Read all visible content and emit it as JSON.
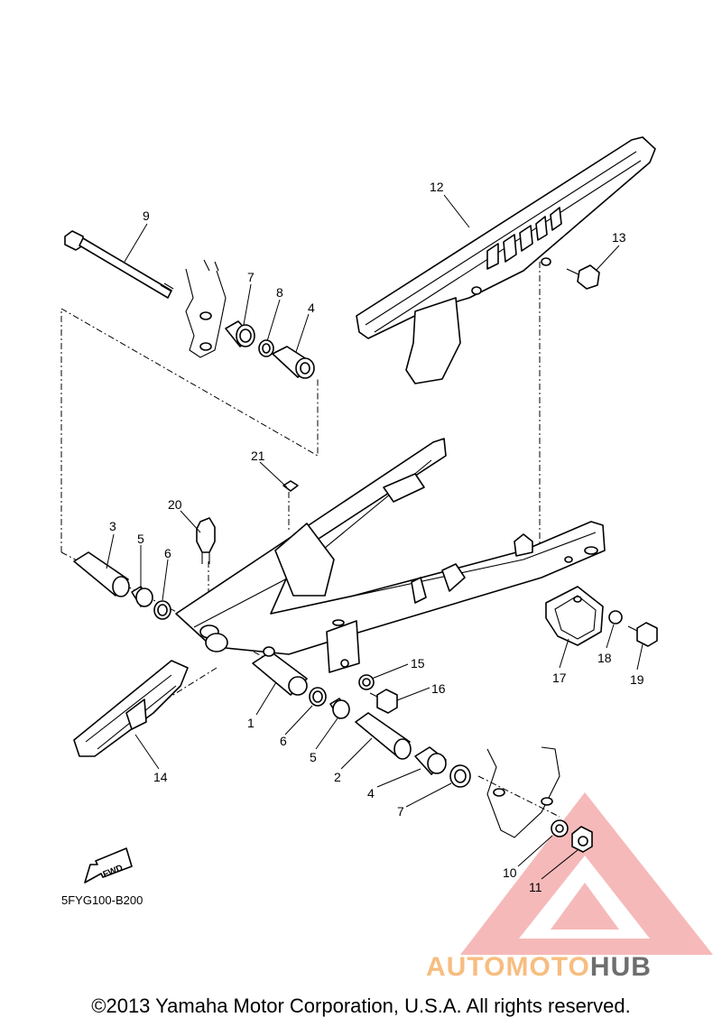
{
  "callouts": [
    {
      "id": "c1",
      "label": "1"
    },
    {
      "id": "c2",
      "label": "2"
    },
    {
      "id": "c3",
      "label": "3"
    },
    {
      "id": "c4a",
      "label": "4"
    },
    {
      "id": "c4b",
      "label": "4"
    },
    {
      "id": "c5a",
      "label": "5"
    },
    {
      "id": "c5b",
      "label": "5"
    },
    {
      "id": "c6a",
      "label": "6"
    },
    {
      "id": "c6b",
      "label": "6"
    },
    {
      "id": "c7a",
      "label": "7"
    },
    {
      "id": "c7b",
      "label": "7"
    },
    {
      "id": "c8",
      "label": "8"
    },
    {
      "id": "c9",
      "label": "9"
    },
    {
      "id": "c10",
      "label": "10"
    },
    {
      "id": "c11",
      "label": "11"
    },
    {
      "id": "c12",
      "label": "12"
    },
    {
      "id": "c13",
      "label": "13"
    },
    {
      "id": "c14",
      "label": "14"
    },
    {
      "id": "c15",
      "label": "15"
    },
    {
      "id": "c16",
      "label": "16"
    },
    {
      "id": "c17",
      "label": "17"
    },
    {
      "id": "c18",
      "label": "18"
    },
    {
      "id": "c19",
      "label": "19"
    },
    {
      "id": "c20",
      "label": "20"
    },
    {
      "id": "c21",
      "label": "21"
    }
  ],
  "fwd_label": "FWD",
  "diagram_code": "5FYG100-B200",
  "watermark": {
    "text_part1": "AUTOMOTO",
    "text_part2": "HUB",
    "color_part1": "#f6b26b",
    "color_part2": "#555555",
    "logo_color": "#f08080"
  },
  "copyright": "©2013 Yamaha Motor Corporation, U.S.A. All rights reserved."
}
